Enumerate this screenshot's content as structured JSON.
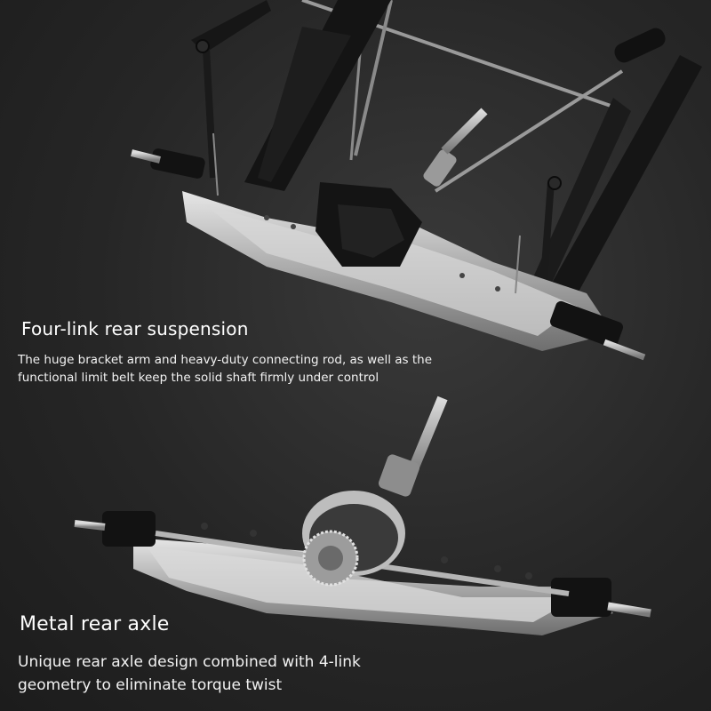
{
  "sections": [
    {
      "title": "Four-link rear suspension",
      "description": "The huge bracket arm and heavy-duty connecting rod, as well as the functional limit belt keep the solid shaft firmly under control"
    },
    {
      "title": "Metal rear axle",
      "description": "Unique rear axle design combined with 4-link geometry to eliminate torque twist"
    }
  ],
  "colors": {
    "background": "#2a2a2a",
    "metal": "#c8c8c8",
    "plastic": "#111111",
    "text": "#ffffff"
  }
}
